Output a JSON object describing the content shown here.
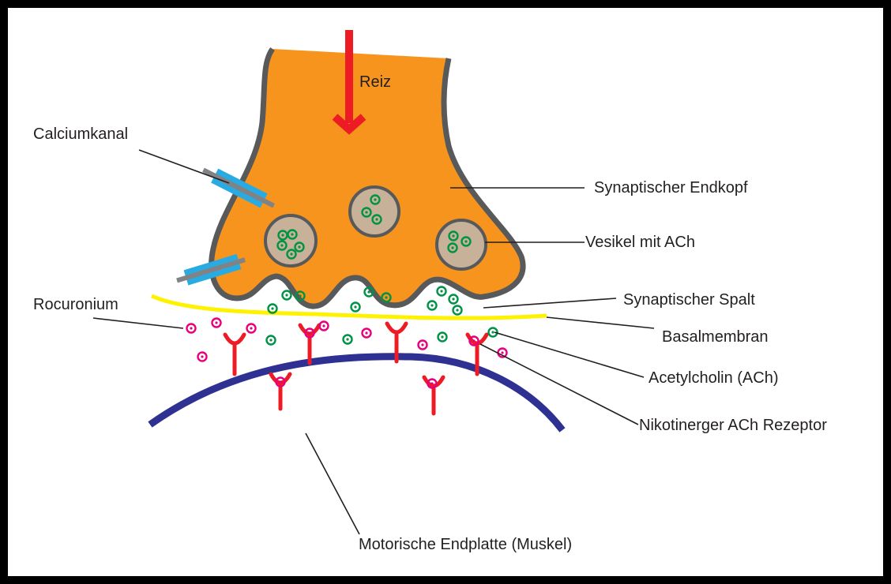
{
  "labels": {
    "reiz": "Reiz",
    "calciumkanal": "Calciumkanal",
    "synaptischer_endkopf": "Synaptischer Endkopf",
    "vesikel": "Vesikel mit ACh",
    "rocuronium": "Rocuronium",
    "synaptischer_spalt": "Synaptischer Spalt",
    "basalmembran": "Basalmembran",
    "acetylcholin": "Acetylcholin (ACh)",
    "rezeptor": "Nikotinerger ACh Rezeptor",
    "endplatte": "Motorische Endplatte (Muskel)"
  },
  "colors": {
    "terminal_fill": "#f7941d",
    "terminal_outline": "#58595b",
    "stimulus_arrow": "#ed1c24",
    "calcium_channel": "#29abe2",
    "vesicle_fill": "#c7b299",
    "acetylcholine": "#009245",
    "rocuronium": "#e6007e",
    "basal_membrane": "#fff200",
    "end_plate": "#2e3192",
    "receptor": "#ed1c24",
    "leader_line": "#231f20"
  }
}
